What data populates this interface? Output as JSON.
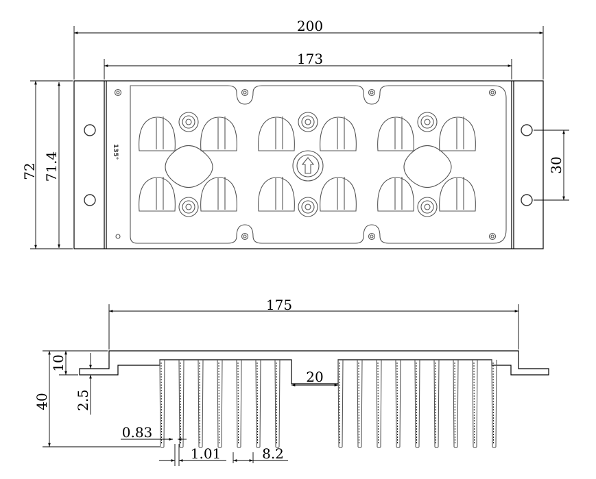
{
  "top_view": {
    "dimensions": {
      "overall_width": "200",
      "inner_width": "173",
      "overall_height": "72",
      "inner_height": "71.4",
      "hole_spacing": "30"
    },
    "marking": "135°"
  },
  "side_view": {
    "dimensions": {
      "length": "175",
      "gap": "20",
      "total_height": "40",
      "base_height": "10",
      "flange_thickness": "2.5",
      "fin_tip": "0.83",
      "fin_root": "1.01",
      "fin_pitch": "8.2"
    }
  }
}
